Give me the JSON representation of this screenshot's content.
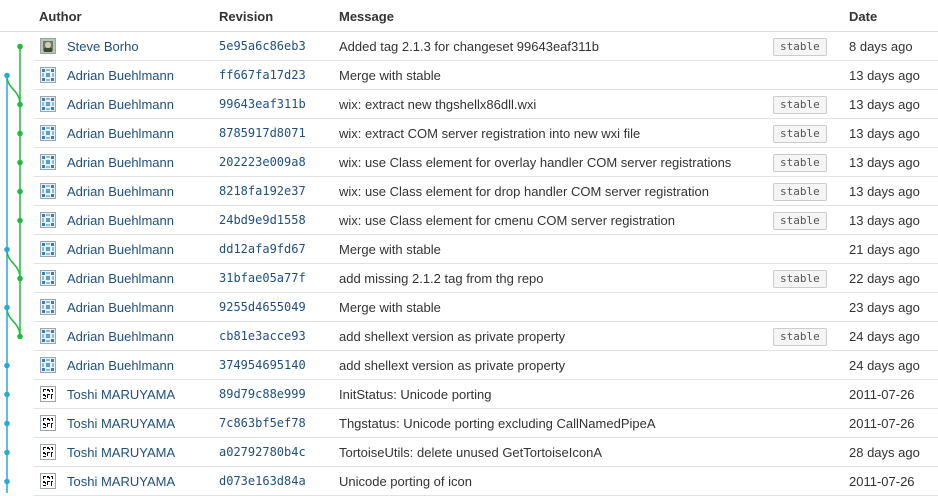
{
  "header": {
    "author": "Author",
    "revision": "Revision",
    "message": "Message",
    "date": "Date"
  },
  "colors": {
    "link": "#205081",
    "graph_green": "#1fbd3a",
    "graph_blue": "#2aa9d6",
    "tag_bg": "#f5f5f5"
  },
  "commits": [
    {
      "author": "Steve Borho",
      "avatar": "avatar-icon-steve",
      "revision": "5e95a6c86eb3",
      "message": "Added tag 2.1.3 for changeset 99643eaf311b",
      "tag": "stable",
      "date": "8 days ago",
      "branch": "green"
    },
    {
      "author": "Adrian Buehlmann",
      "avatar": "avatar-icon-adrian",
      "revision": "ff667fa17d23",
      "message": "Merge with stable",
      "tag": "",
      "date": "13 days ago",
      "branch": "blue"
    },
    {
      "author": "Adrian Buehlmann",
      "avatar": "avatar-icon-adrian",
      "revision": "99643eaf311b",
      "message": "wix: extract new thgshellx86dll.wxi",
      "tag": "stable",
      "date": "13 days ago",
      "branch": "green"
    },
    {
      "author": "Adrian Buehlmann",
      "avatar": "avatar-icon-adrian",
      "revision": "8785917d8071",
      "message": "wix: extract COM server registration into new wxi file",
      "tag": "stable",
      "date": "13 days ago",
      "branch": "green"
    },
    {
      "author": "Adrian Buehlmann",
      "avatar": "avatar-icon-adrian",
      "revision": "202223e009a8",
      "message": "wix: use Class element for overlay handler COM server registrations",
      "tag": "stable",
      "date": "13 days ago",
      "branch": "green"
    },
    {
      "author": "Adrian Buehlmann",
      "avatar": "avatar-icon-adrian",
      "revision": "8218fa192e37",
      "message": "wix: use Class element for drop handler COM server registration",
      "tag": "stable",
      "date": "13 days ago",
      "branch": "green"
    },
    {
      "author": "Adrian Buehlmann",
      "avatar": "avatar-icon-adrian",
      "revision": "24bd9e9d1558",
      "message": "wix: use Class element for cmenu COM server registration",
      "tag": "stable",
      "date": "13 days ago",
      "branch": "green"
    },
    {
      "author": "Adrian Buehlmann",
      "avatar": "avatar-icon-adrian",
      "revision": "dd12afa9fd67",
      "message": "Merge with stable",
      "tag": "",
      "date": "21 days ago",
      "branch": "blue"
    },
    {
      "author": "Adrian Buehlmann",
      "avatar": "avatar-icon-adrian",
      "revision": "31bfae05a77f",
      "message": "add missing 2.1.2 tag from thg repo",
      "tag": "stable",
      "date": "22 days ago",
      "branch": "green"
    },
    {
      "author": "Adrian Buehlmann",
      "avatar": "avatar-icon-adrian",
      "revision": "9255d4655049",
      "message": "Merge with stable",
      "tag": "",
      "date": "23 days ago",
      "branch": "blue"
    },
    {
      "author": "Adrian Buehlmann",
      "avatar": "avatar-icon-adrian",
      "revision": "cb81e3acce93",
      "message": "add shellext version as private property",
      "tag": "stable",
      "date": "24 days ago",
      "branch": "green"
    },
    {
      "author": "Adrian Buehlmann",
      "avatar": "avatar-icon-adrian",
      "revision": "374954695140",
      "message": "add shellext version as private property",
      "tag": "",
      "date": "24 days ago",
      "branch": "blue"
    },
    {
      "author": "Toshi MARUYAMA",
      "avatar": "avatar-icon-toshi",
      "revision": "89d79c88e999",
      "message": "InitStatus: Unicode porting",
      "tag": "",
      "date": "2011-07-26",
      "branch": "blue"
    },
    {
      "author": "Toshi MARUYAMA",
      "avatar": "avatar-icon-toshi",
      "revision": "7c863bf5ef78",
      "message": "Thgstatus: Unicode porting excluding CallNamedPipeA",
      "tag": "",
      "date": "2011-07-26",
      "branch": "blue"
    },
    {
      "author": "Toshi MARUYAMA",
      "avatar": "avatar-icon-toshi",
      "revision": "a02792780b4c",
      "message": "TortoiseUtils: delete unused GetTortoiseIconA",
      "tag": "",
      "date": "28 days ago",
      "branch": "blue"
    },
    {
      "author": "Toshi MARUYAMA",
      "avatar": "avatar-icon-toshi",
      "revision": "d073e163d84a",
      "message": "Unicode porting of icon",
      "tag": "",
      "date": "2011-07-26",
      "branch": "blue"
    }
  ]
}
